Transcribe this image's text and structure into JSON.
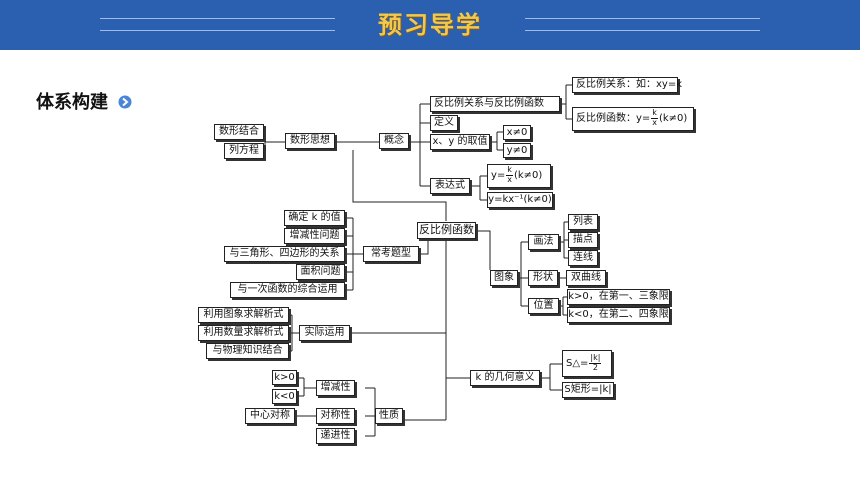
{
  "header": {
    "title": "预习导学"
  },
  "section": {
    "title": "体系构建"
  },
  "nodes": {
    "shuxing_jiehe": "数形结合",
    "lie_fangcheng": "列方程",
    "shuxing_sixiang": "数形思想",
    "gainian": "概念",
    "fanbili_guanxi_hanshu": "反比例关系与反比例函数",
    "fanbili_guanxi_def": "反比例关系：如：xy=k",
    "fanbili_hanshu_def_prefix": "反比例函数：y=",
    "fanbili_hanshu_def_num": "k",
    "fanbili_hanshu_def_den": "x",
    "fanbili_hanshu_def_suffix": "(k≠0)",
    "dingyi": "定义",
    "xy_quzhi": "x、y 的取值",
    "x_ne_0": "x≠0",
    "y_ne_0": "y≠0",
    "biaodashi": "表达式",
    "expr1_prefix": "y=",
    "expr1_num": "k",
    "expr1_den": "x",
    "expr1_suffix": "(k≠0)",
    "expr2": "y=kx⁻¹(k≠0)",
    "fanbili_hanshu": "反比例函数",
    "queding_k": "确定 k 的值",
    "zengjian_wenti": "增减性问题",
    "sanjiao_sibian": "与三角形、四边形的关系",
    "mianji_wenti": "面积问题",
    "yici_hanshu": "与一次函数的综合运用",
    "changkao_tixing": "常考题型",
    "tuxiang_jiexi": "利用图象求解析式",
    "shuliang_jiexi": "利用数量求解析式",
    "wuli_zhishi": "与物理知识结合",
    "shiji_yunyong": "实际运用",
    "tuxiang": "图象",
    "huafa": "画法",
    "liebiao": "列表",
    "miaodian": "描点",
    "lianxian": "连线",
    "xingzhuang": "形状",
    "shuangquxian": "双曲线",
    "weizhi": "位置",
    "k_gt_0_pos": "k>0，在第一、三象限",
    "k_lt_0_pos": "k<0，在第二、四象限",
    "k_jihe_yiyi": "k 的几何意义",
    "s_tri_prefix": "S△=",
    "s_tri_num": "|k|",
    "s_tri_den": "2",
    "s_rect": "S矩形=|k|",
    "k_gt_0": "k>0",
    "k_lt_0": "k<0",
    "zengjianxing": "增减性",
    "zhongxin_duicheng": "中心对称",
    "duichengxing": "对称性",
    "jianjinxing": "递进性",
    "xingzhi": "性质"
  }
}
